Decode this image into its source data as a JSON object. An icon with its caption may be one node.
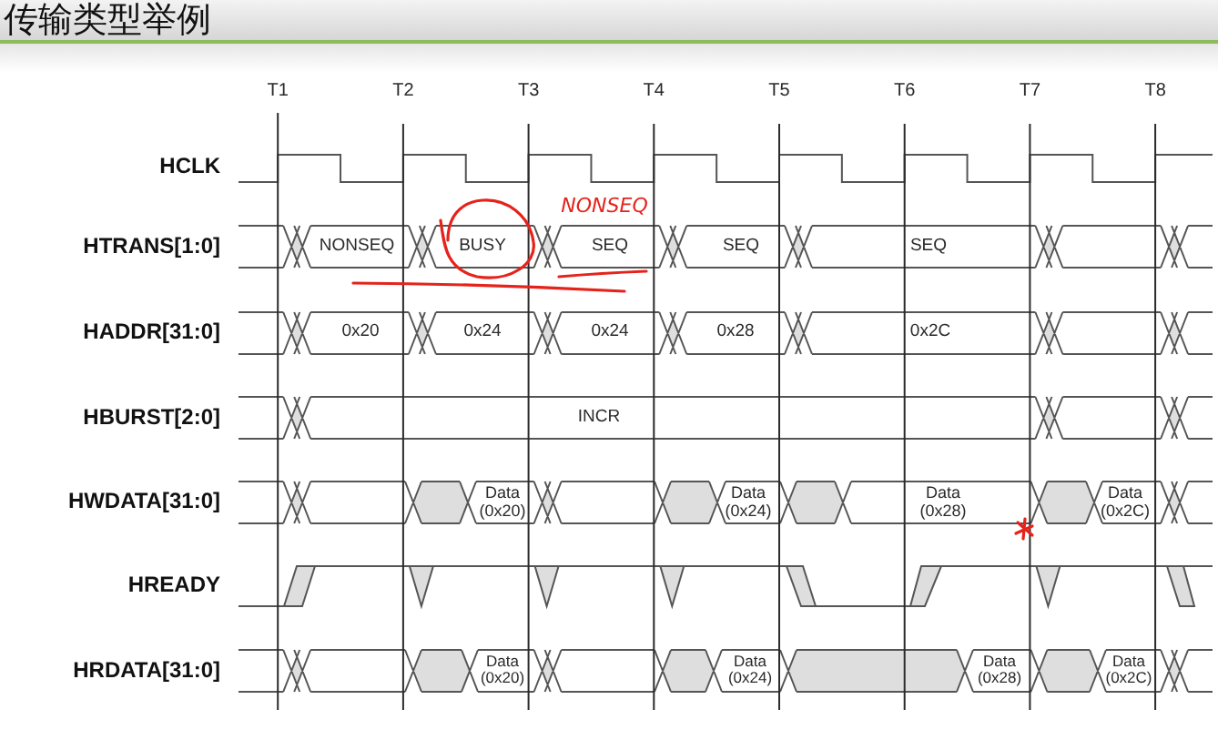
{
  "diagram": {
    "title": "传输类型举例",
    "labels": [
      "T1",
      "T2",
      "T3",
      "T4",
      "T5",
      "T6",
      "T7",
      "T8",
      "HCLK",
      "NONSEQ",
      "HTRANS[1:0]",
      "NONSEQ",
      "BUSY",
      "SEQ",
      "SEQ",
      "SEQ",
      "HADDR[31:0]",
      "0x20",
      "0x24",
      "0x24",
      "0x28",
      "0x2C",
      "HBURST[2:0]",
      "INCR",
      "HWDATA[31:0]",
      "Data (0x20)",
      "Data (0x24)",
      "Data (0x28)",
      "Data (0x2C)",
      "HREADY",
      "HRDATA[31:0]",
      "Data (0x20)",
      "Data (0x24)",
      "Data (0x28)",
      "Data (0x2C)"
    ]
  }
}
